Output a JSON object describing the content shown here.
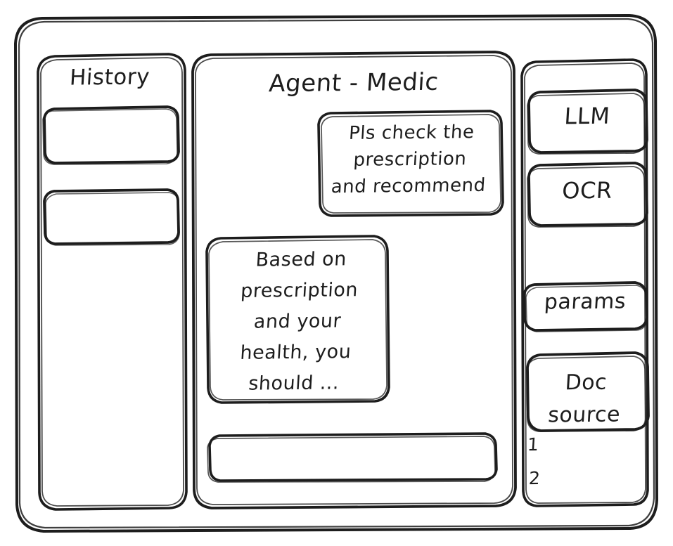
{
  "window": {
    "name": "agent-medic-wireframe",
    "stroke_color": "#1d1d1d",
    "background_color": "#ffffff"
  },
  "sidebar_left": {
    "title": "History",
    "items": [
      {
        "label": ""
      },
      {
        "label": ""
      }
    ]
  },
  "main": {
    "title": "Agent - Medic",
    "messages": [
      {
        "role": "user",
        "text": "Pls check the\nprescription\nand recommend"
      },
      {
        "role": "assistant",
        "text": "Based on\nprescription\nand your\nhealth, you\nshould ..."
      }
    ],
    "composer": {
      "value": "",
      "placeholder": ""
    }
  },
  "sidebar_right": {
    "tools": [
      {
        "label": "LLM"
      },
      {
        "label": "OCR"
      },
      {
        "label": "params"
      },
      {
        "label": "Doc\nsource"
      }
    ],
    "doc_sources": [
      {
        "label": "1"
      },
      {
        "label": "2"
      }
    ]
  }
}
